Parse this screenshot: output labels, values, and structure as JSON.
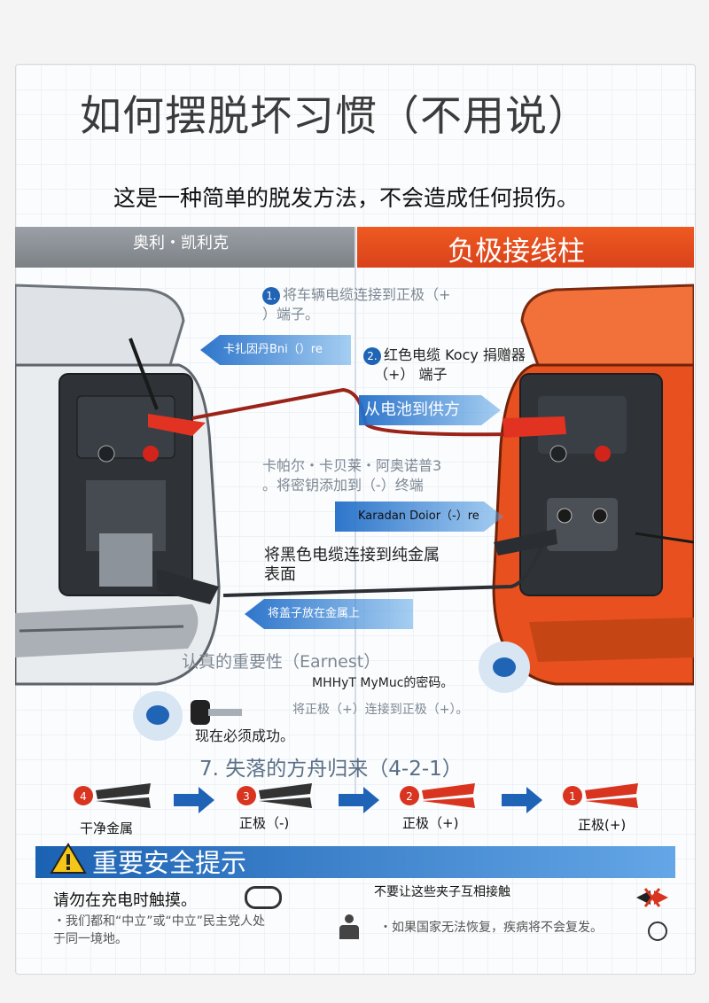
{
  "title": "如何摆脱坏习惯（不用说）",
  "subtitle": "这是一种简单的脱发方法，不会造成任何损伤。",
  "header": {
    "left": "奥利・凯利克",
    "right": "负极接线柱"
  },
  "steps": {
    "s1_num": "1.",
    "s1_line1": "将车辆电缆连接到正极（+",
    "s1_line2": "）端子。",
    "band1": "卡扎因丹Bni（）re",
    "s2_num": "2.",
    "s2_line1": "红色电缆 Kocy 捐赠器",
    "s2_line2": "（+） 端子",
    "band2": "从电池到供方",
    "s3_line1": "卡帕尔・卡贝莱・阿奥诺普3",
    "s3_line2": "。将密钥添加到（-）终端",
    "band3": "Karadan Doior（-）re",
    "s4_line1": "将黑色电缆连接到纯金属",
    "s4_line2": "表面",
    "band4": "将盖子放在金属上",
    "s5": "认真的重要性（Earnest）",
    "s5_note": "MHHyT MyMuc的密码。",
    "s6": "将正极（+）连接到正极（+）。",
    "s6_note": "现在必须成功。"
  },
  "flow": {
    "title": "7. 失落的方舟归来（4-2-1）",
    "items": [
      {
        "num": "4",
        "label": "干净金属"
      },
      {
        "num": "3",
        "label": "正极（-)"
      },
      {
        "num": "2",
        "label": "正极（+)"
      },
      {
        "num": "1",
        "label": "正极(+)"
      }
    ]
  },
  "safety": {
    "title": "重要安全提示",
    "tip1": "请勿在充电时触摸。",
    "tip1_sub_line1": "・我们都和“中立”或“中立”民主党人处",
    "tip1_sub_line2": "于同一境地。",
    "tip2": "不要让这些夹子互相接触",
    "tip2_sub": "・如果国家无法恢复，疾病将不会复发。"
  },
  "colors": {
    "red": "#e8411c",
    "blue": "#1f64b5",
    "gray": "#8a9096"
  }
}
